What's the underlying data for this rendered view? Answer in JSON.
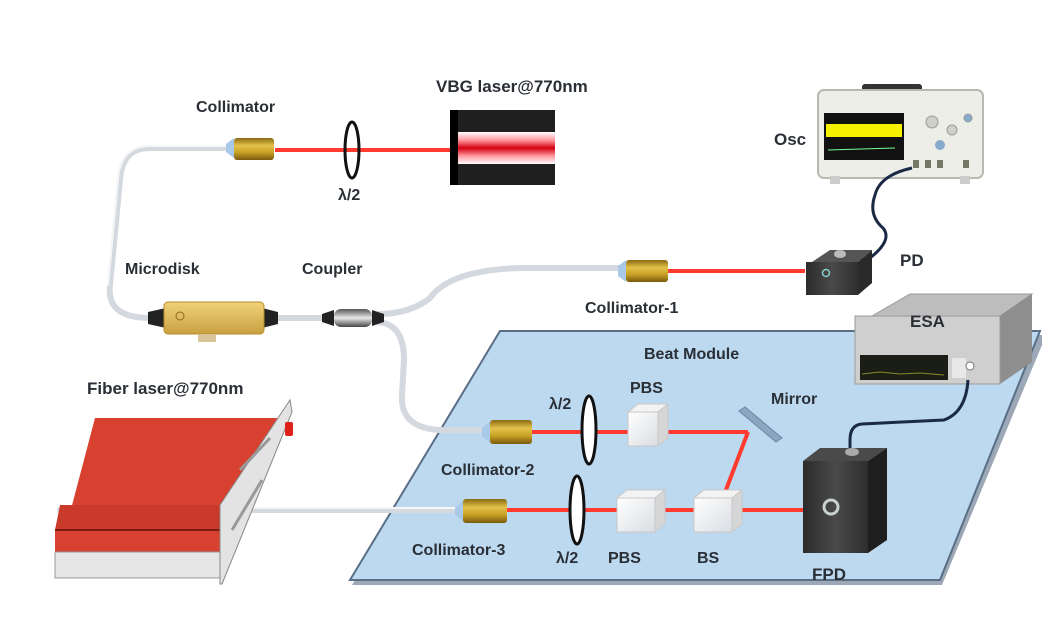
{
  "diagram": {
    "title": "Microdisk laser beat-note measurement setup",
    "colors": {
      "laser_beam": "#ff3b30",
      "fiber": "#d8dde3",
      "module_bg": "#bcd9f0",
      "module_border": "#5a6e86",
      "collimator_gold": "#c9a227",
      "fiber_laser_red": "#d8412f",
      "label_text": "#2a2f36"
    },
    "labels": {
      "vbg_laser": "VBG laser@770nm",
      "collimator_top": "Collimator",
      "half_wave_top": "λ/2",
      "osc": "Osc",
      "microdisk": "Microdisk",
      "coupler": "Coupler",
      "pd": "PD",
      "collimator_1": "Collimator-1",
      "esa": "ESA",
      "beat_module": "Beat Module",
      "half_wave_2": "λ/2",
      "pbs_upper": "PBS",
      "mirror": "Mirror",
      "collimator_2": "Collimator-2",
      "fiber_laser": "Fiber laser@770nm",
      "collimator_3": "Collimator-3",
      "half_wave_3": "λ/2",
      "pbs_lower": "PBS",
      "bs": "BS",
      "fpd": "FPD"
    }
  }
}
